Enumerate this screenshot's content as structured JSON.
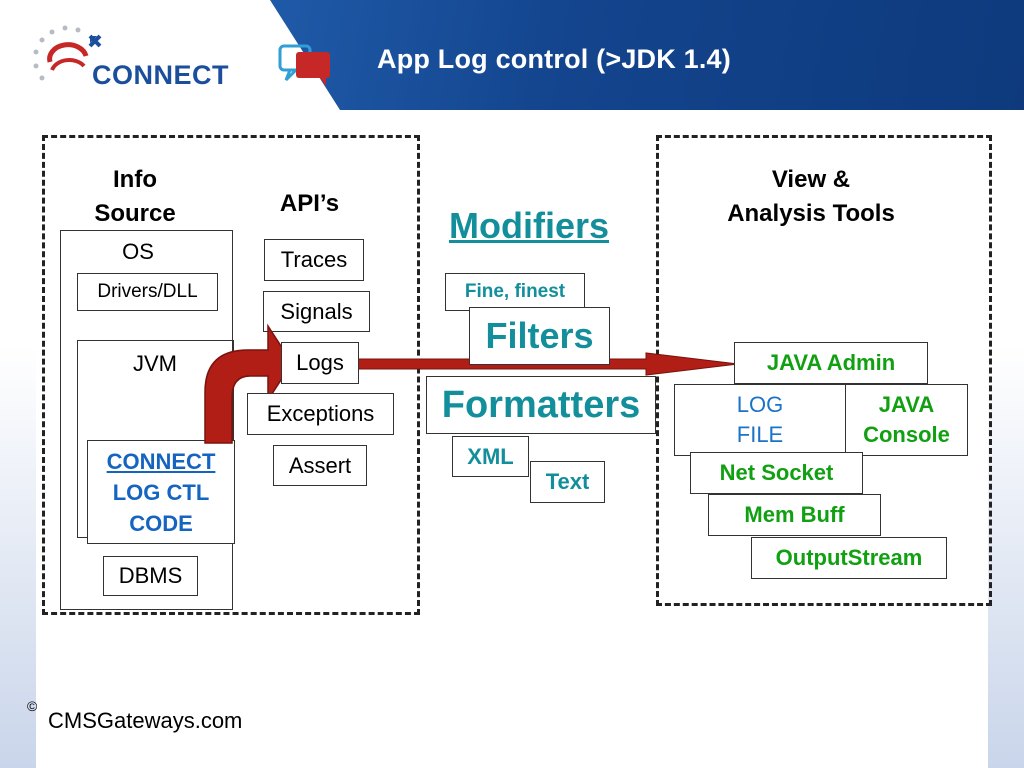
{
  "header": {
    "title": "App Log control (>JDK 1.4)",
    "logo_text": "CONNECT"
  },
  "info_source": {
    "heading_line1": "Info",
    "heading_line2": "Source",
    "os": "OS",
    "drivers": "Drivers/DLL",
    "jvm": "JVM",
    "connect_line1": "CONNECT",
    "connect_line2": "LOG CTL",
    "connect_line3": "CODE",
    "dbms": "DBMS"
  },
  "apis": {
    "heading": "API’s",
    "items": [
      "Traces",
      "Signals",
      "Logs",
      "Exceptions",
      "Assert"
    ]
  },
  "modifiers": {
    "heading": "Modifiers",
    "fine": "Fine, finest",
    "filters": "Filters",
    "formatters": "Formatters",
    "xml": "XML",
    "text": "Text"
  },
  "view_tools": {
    "heading_line1": "View &",
    "heading_line2": "Analysis Tools",
    "java_admin": "JAVA Admin",
    "log_file_line1": "LOG",
    "log_file_line2": "FILE",
    "java_console_line1": "JAVA",
    "java_console_line2": "Console",
    "net_socket": "Net Socket",
    "mem_buff": "Mem Buff",
    "output_stream": "OutputStream"
  },
  "footer": {
    "copyright_symbol": "©",
    "site": "CMSGateways.com"
  },
  "colors": {
    "header_blue": "#13448d",
    "teal": "#138f9c",
    "green": "#11a011",
    "connect_blue": "#1565c0",
    "arrow_red": "#b01e16"
  }
}
